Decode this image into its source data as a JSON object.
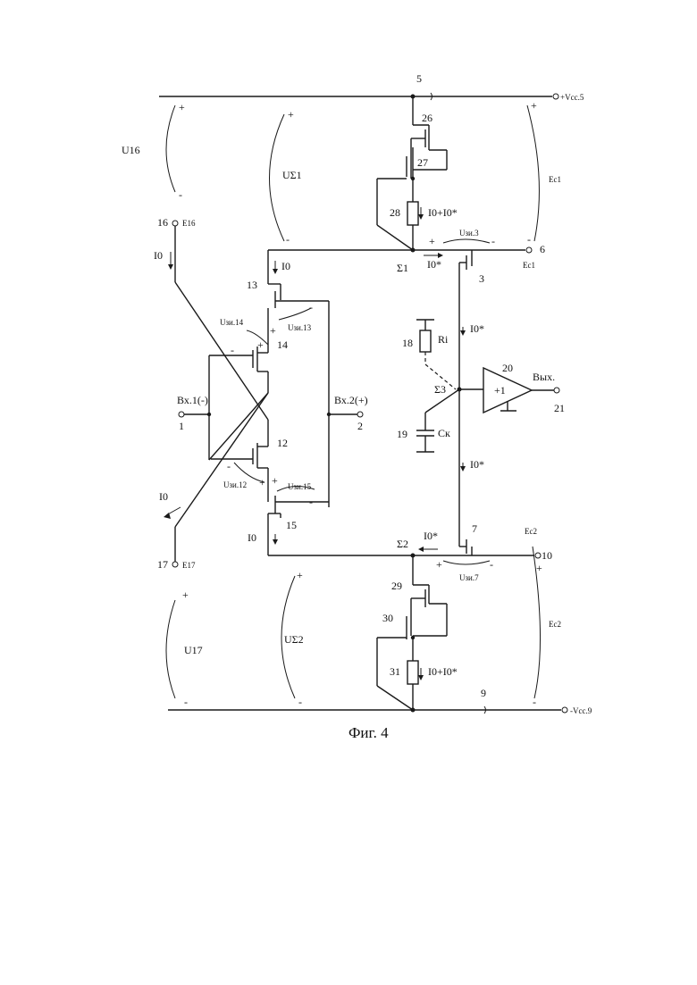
{
  "caption": "Фиг. 4",
  "nodes": {
    "n5": "5",
    "vcc5": "+Vcc.5",
    "vcc9": "-Vcc.9",
    "n9": "9",
    "n6": "6",
    "n10": "10",
    "n16": "16",
    "n17": "17",
    "n1": "1",
    "n2": "2",
    "n21": "21",
    "ec1_top": "Ec1",
    "ec1_mid": "Ec1",
    "ec2_mid": "Ec2",
    "ec2_bot": "Ec2",
    "e16": "E16",
    "e17": "E17"
  },
  "components": {
    "c26": "26",
    "c27": "27",
    "c28": "28",
    "c13": "13",
    "c14": "14",
    "c12": "12",
    "c15": "15",
    "c3": "3",
    "c7": "7",
    "c18": "18",
    "c19": "19",
    "c20": "20",
    "c29": "29",
    "c30": "30",
    "c31": "31"
  },
  "labels": {
    "u16": "U16",
    "u17": "U17",
    "usigma1": "UΣ1",
    "usigma2": "UΣ2",
    "i0p_top": "I0+I0*",
    "i0p_bot": "I0+I0*",
    "i0_16": "I0",
    "i0_17": "I0",
    "i0_13": "I0",
    "i0_15": "I0",
    "i0s_top": "I0*",
    "i0s_bot": "I0*",
    "i0s_mid1": "I0*",
    "i0s_mid2": "I0*",
    "uzi3": "Uзи.3",
    "uzi7": "Uзи.7",
    "uzi13": "Uзи.13",
    "uzi14": "Uзи.14",
    "uzi12": "Uзи.12",
    "uzi15": "Uзи.15",
    "sigma1": "Σ1",
    "sigma2": "Σ2",
    "sigma3": "Σ3",
    "in1": "Вх.1(-)",
    "in2": "Вх.2(+)",
    "out": "Вых.",
    "buf": "+1",
    "ri": "Ri",
    "ck": "Cк"
  },
  "signs": {
    "plus": "+",
    "minus": "-"
  },
  "colors": {
    "line": "#1a1a1a",
    "background": "#ffffff"
  }
}
